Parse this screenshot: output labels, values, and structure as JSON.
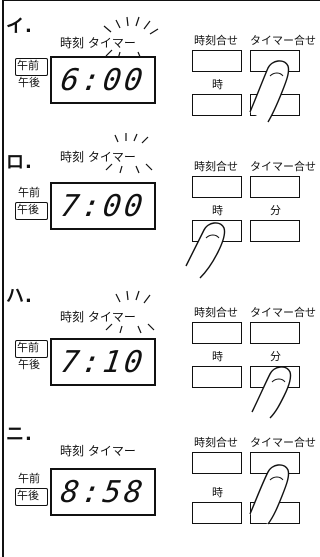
{
  "steps": [
    {
      "label": "イ.",
      "mode_text": "時刻 タイマー",
      "am_label": "午前",
      "pm_label": "午後",
      "display_time": "6:00",
      "button_labels": {
        "clock_set": "時刻合せ",
        "timer_set": "タイマー合せ"
      },
      "lower_left_label": "時",
      "lower_right_label": "",
      "finger_on": "timer-set-button"
    },
    {
      "label": "ロ.",
      "mode_text": "時刻 タイマー",
      "am_label": "午前",
      "pm_label": "午後",
      "display_time": "7:00",
      "button_labels": {
        "clock_set": "時刻合せ",
        "timer_set": "タイマー合せ"
      },
      "lower_left_label": "時",
      "lower_right_label": "分",
      "finger_on": "hour-button"
    },
    {
      "label": "ハ.",
      "mode_text": "時刻 タイマー",
      "am_label": "午前",
      "pm_label": "午後",
      "display_time": "7:10",
      "button_labels": {
        "clock_set": "時刻合せ",
        "timer_set": "タイマー合せ"
      },
      "lower_left_label": "時",
      "lower_right_label": "分",
      "finger_on": "minute-button"
    },
    {
      "label": "ニ.",
      "mode_text": "時刻 タイマー",
      "am_label": "午前",
      "pm_label": "午後",
      "display_time": "8:58",
      "button_labels": {
        "clock_set": "時刻合せ",
        "timer_set": "タイマー合せ"
      },
      "lower_left_label": "時",
      "lower_right_label": "",
      "finger_on": "timer-set-button"
    }
  ]
}
